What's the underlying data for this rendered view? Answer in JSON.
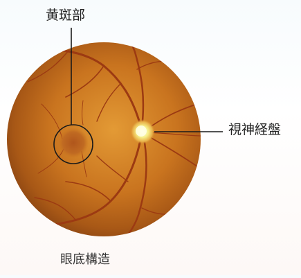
{
  "labels": {
    "macula": "黄斑部",
    "optic_disc": "視神経盤",
    "caption": "眼底構造"
  },
  "colors": {
    "retina_center": "#d98c2c",
    "retina_edge": "#9a4e14",
    "vessel": "#9c3a12",
    "optic_disc": "#fff6b0",
    "callout_line": "#1a1a1a"
  }
}
